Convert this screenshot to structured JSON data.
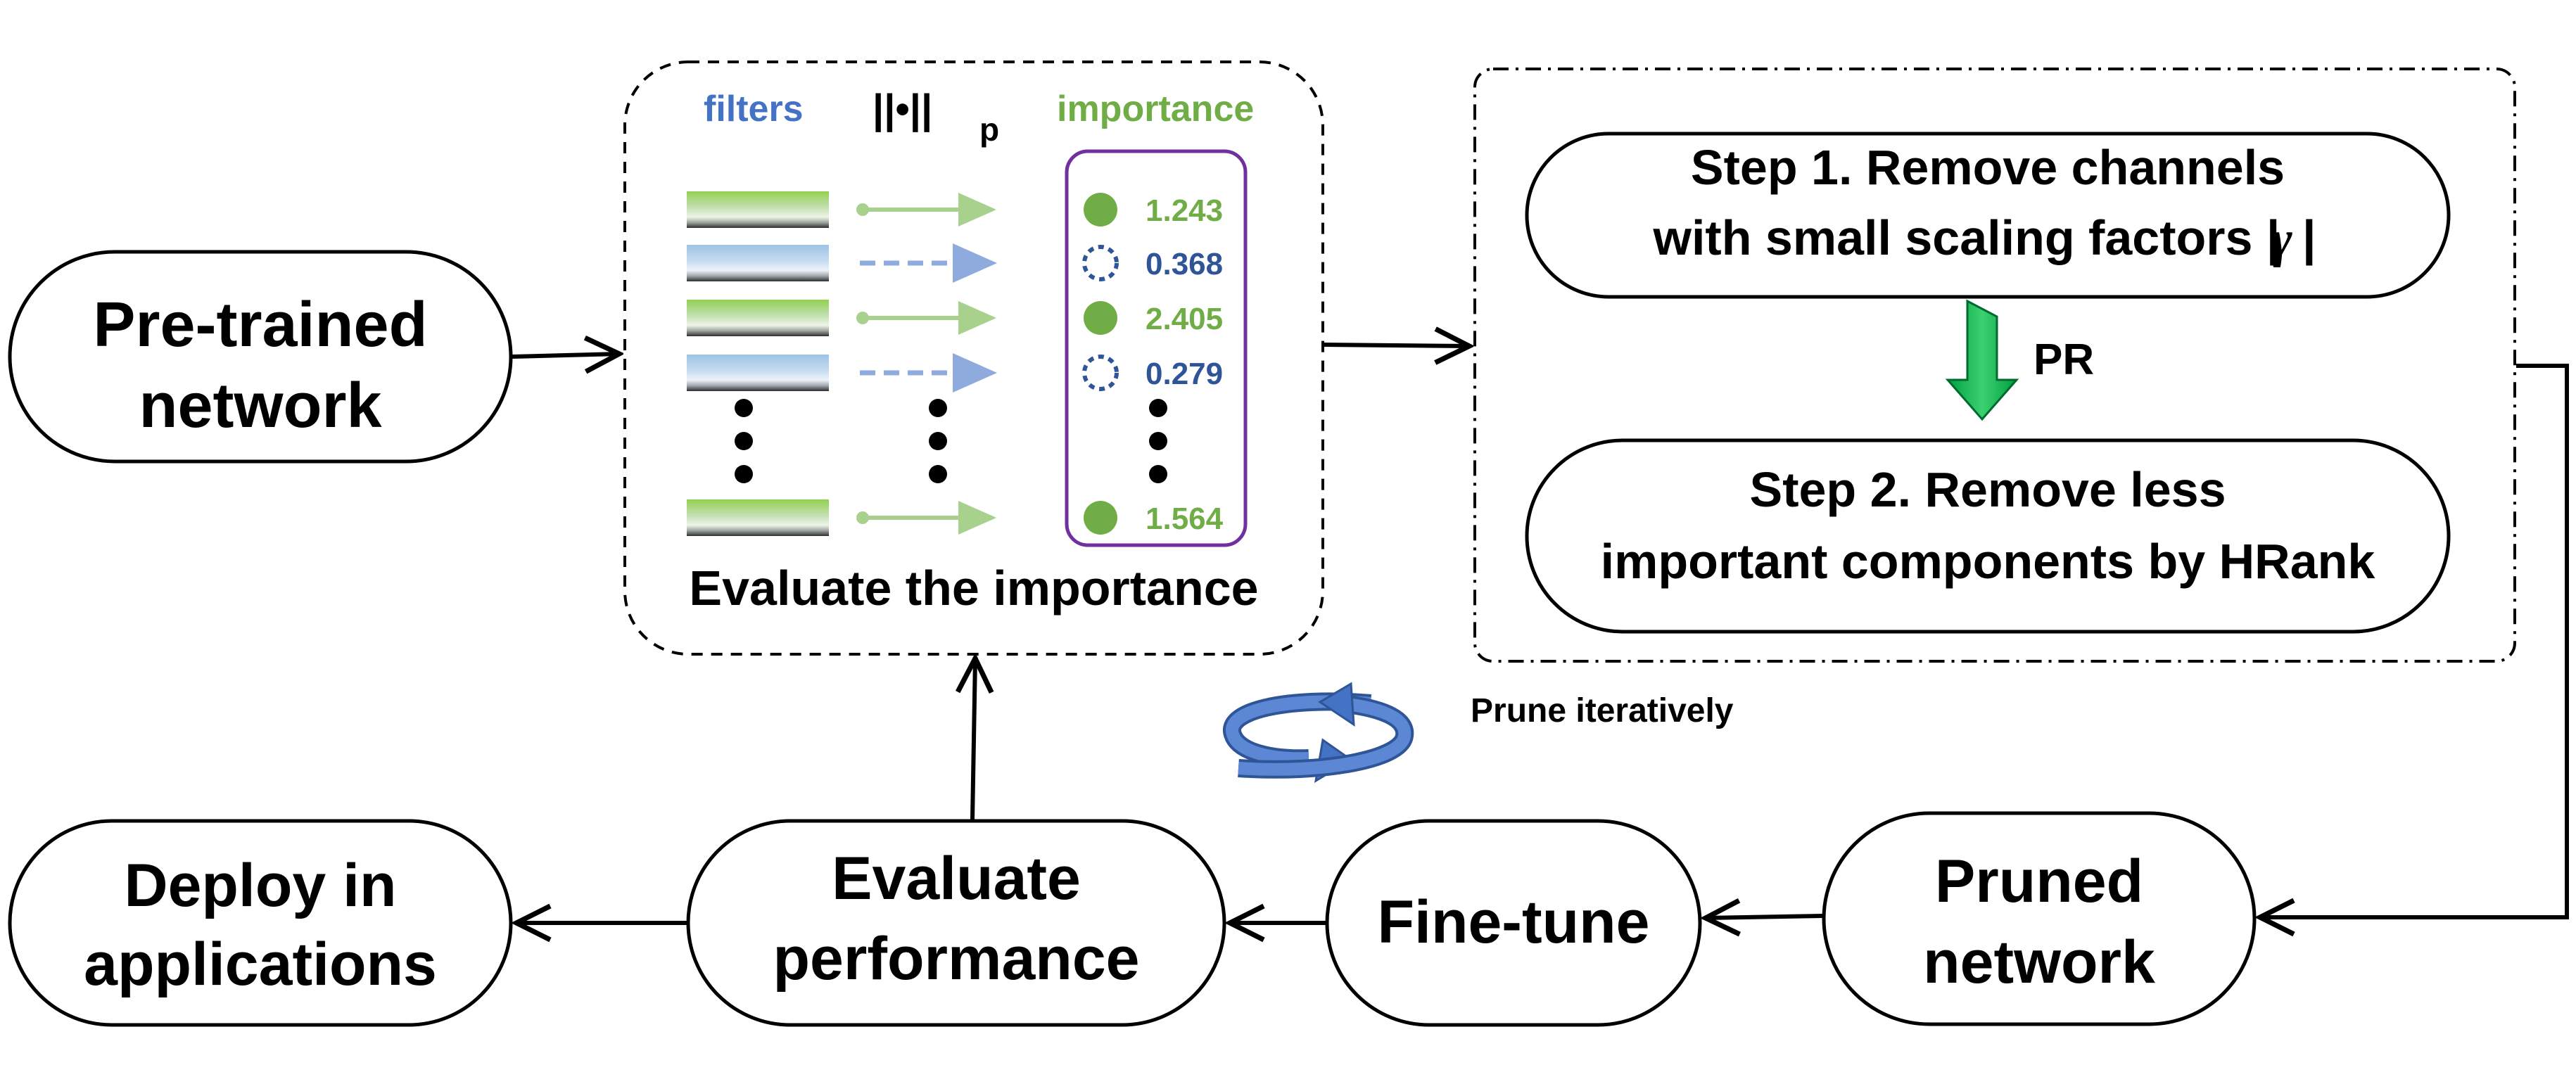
{
  "nodes": {
    "pretrained": [
      "Pre-trained",
      "network"
    ],
    "deploy": [
      "Deploy in",
      "applications"
    ],
    "eval_perf": [
      "Evaluate",
      "performance"
    ],
    "finetune": [
      "Fine-tune"
    ],
    "pruned": [
      "Pruned",
      "network"
    ],
    "step1": [
      "Step 1. Remove channels",
      "with small scaling factors |"
    ],
    "step1_symbol": "γ",
    "step2": [
      "Step 2. Remove less",
      "important components by HRank"
    ]
  },
  "importance_panel": {
    "filters_header": "filters",
    "norm_header": "||•||",
    "norm_sub": "p",
    "importance_header": "importance",
    "caption": "Evaluate the importance",
    "rows": [
      {
        "value": "1.243",
        "kept": true
      },
      {
        "value": "0.368",
        "kept": false
      },
      {
        "value": "2.405",
        "kept": true
      },
      {
        "value": "0.279",
        "kept": false
      },
      {
        "value": "1.564",
        "kept": true
      }
    ]
  },
  "pr_label": "PR",
  "cycle_label": "Prune iteratively",
  "colors": {
    "kept_green": "#70ad47",
    "pruned_blue": "#2f5597",
    "filters_blue": "#4472c4",
    "panel_purple": "#7030a0",
    "pr_arrow_green": "#00b050",
    "cycle_blue": "#4472c4"
  }
}
